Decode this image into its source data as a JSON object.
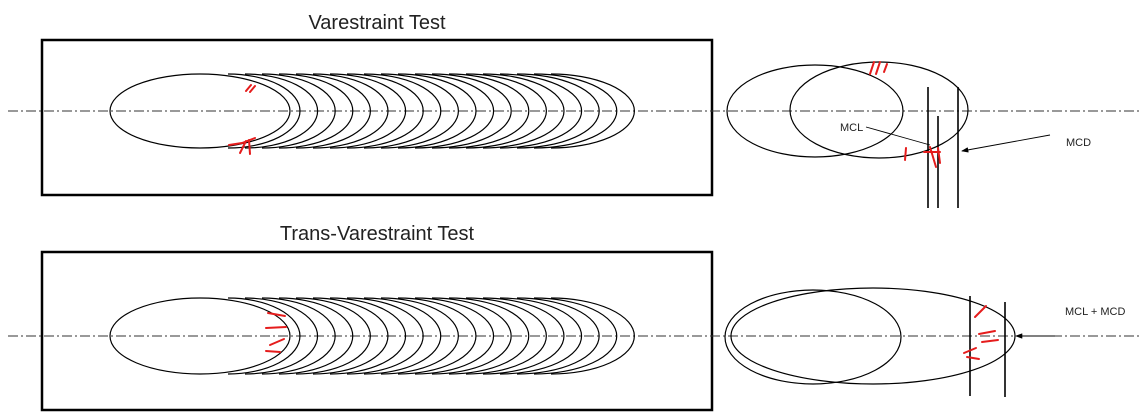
{
  "panels": {
    "top": {
      "title": "Varestraint Test"
    },
    "bottom": {
      "title": "Trans-Varestraint Test"
    }
  },
  "labels": {
    "mcl": "MCL",
    "mcd": "MCD",
    "mcl_mcd": "MCL + MCD"
  },
  "colors": {
    "outline": "#000000",
    "crack": "#e51c1c",
    "text": "#222222"
  }
}
